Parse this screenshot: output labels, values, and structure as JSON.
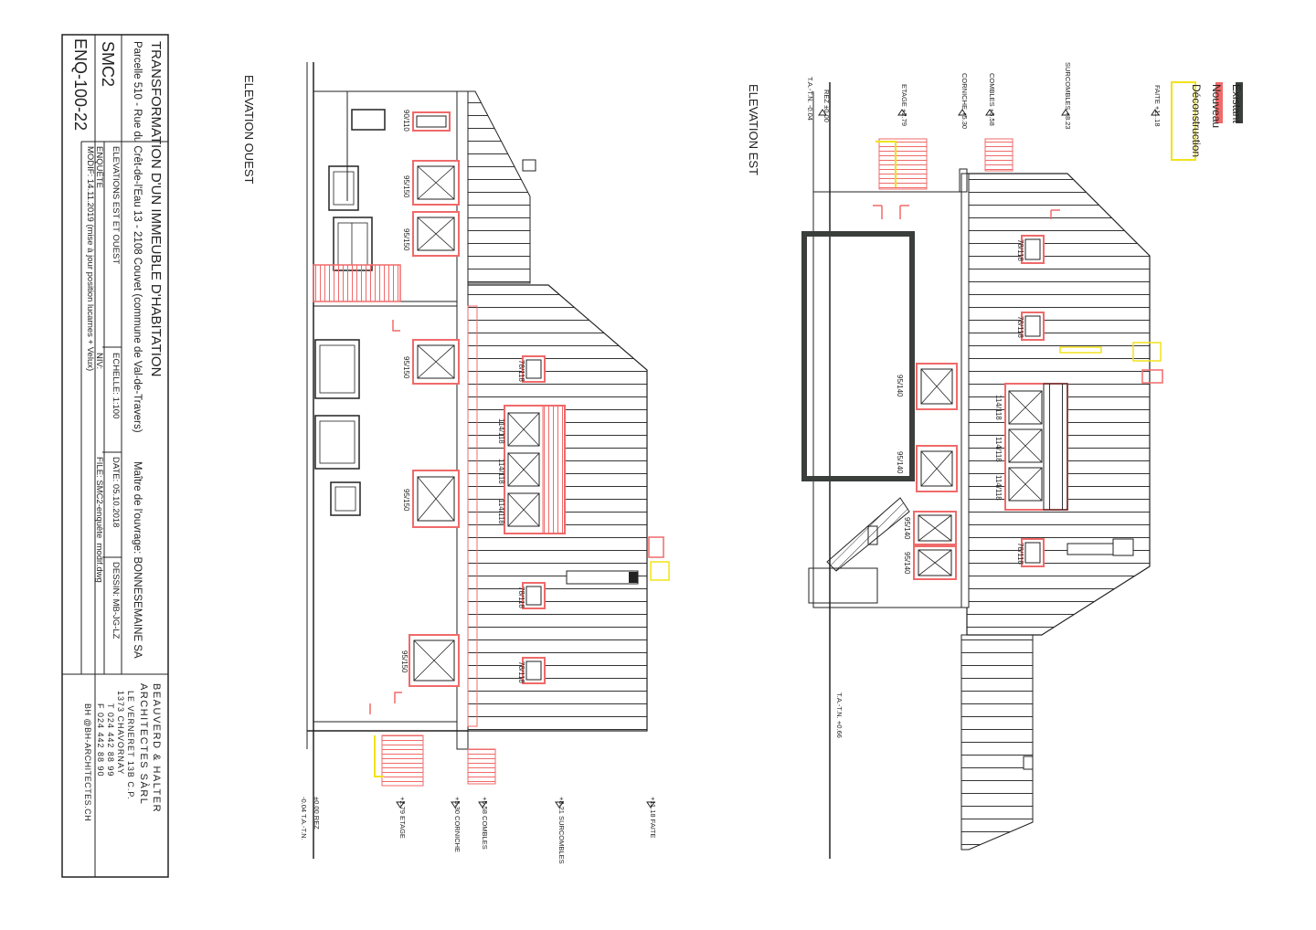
{
  "title_block": {
    "project_title": "TRANSFORMATION D'UN IMMEUBLE D'HABITATION",
    "address": "Parcelle 510 - Rue du Crêt-de-l'Eau 13 - 2108 Couvet (commune de Val-de-Travers)",
    "owner": "Maître de l'ouvrage: BONNESEMAINE SA",
    "project_code": "SMC2",
    "drawing_title": "ELEVATIONS EST ET OUEST",
    "scale": "ECHELLE: 1:100",
    "date": "DATE: 05.10.2018",
    "drawn_by": "DESSIN: MB-JG-LZ",
    "phase": "ENQUÊTE",
    "level": "NIV:",
    "file": "FILE: SMC2-enquête_modif.dwg",
    "drawing_number": "ENQ-100-22",
    "modification": "MODIF: 14.11.2019 (mise à jour position lucarnes + Velux)",
    "firm": {
      "name": "BEAUVERD & HALTER",
      "subtitle": "ARCHITECTES SÀRL",
      "street": "LE VERNERET 13B  C.P.",
      "city": "1373 CHAVORNAY",
      "phone": "T  024 442 88 99",
      "fax": "F  024 442 88 90",
      "web": "BH @BH-ARCHITECTES.CH"
    }
  },
  "legend": {
    "items": [
      {
        "label": "Existant",
        "color": "#3b3f3b"
      },
      {
        "label": "Nouveau",
        "color": "#f06a6a"
      },
      {
        "label": "Déconstruction",
        "color": "#f2e21a"
      }
    ]
  },
  "views": {
    "east_title": "ELEVATION EST",
    "west_title": "ELEVATION OUEST"
  },
  "levels_east": {
    "faite": "FAITE  +11.18",
    "surcombles": "SURCOMBLES  +8.23",
    "combles": "COMBLES  +5.58",
    "corniche": "CORNICHE  +5.30",
    "etage": "ETAGE  +2.79",
    "rez": "REZ  ±0.00",
    "ta_tn": "T.A.-T.N.  -0.04",
    "ta_tn_right": "T.A.-T.N.  +0.66"
  },
  "levels_west": {
    "faite": "+11.18  FAITE",
    "surcombles": "+8.21  SURCOMBLES",
    "combles": "+5.58  COMBLES",
    "corniche": "+5.30  CORNICHE",
    "etage": "+2.79  ETAGE",
    "rez": "±0.00 REZ",
    "ta_tn": "-0.04  T.A.-T.N."
  },
  "windows_east": {
    "velux_1": "78/118",
    "velux_2": "78/118",
    "velux_3": "78/118",
    "dormer_1": "114/118",
    "dormer_2": "114/118",
    "dormer_3": "114/118",
    "win_1": "95/140",
    "win_2": "95/140",
    "win_3": "95/140",
    "win_4": "95/140"
  },
  "windows_west": {
    "top": "90/110",
    "w1": "95/150",
    "w2": "95/150",
    "w3": "95/150",
    "w4": "95/150",
    "w5": "95/150",
    "velux_1": "78/118",
    "velux_2": "78/118",
    "velux_3": "78/118",
    "dormer_1": "114/118",
    "dormer_2": "114/118",
    "dormer_3": "114/118"
  }
}
